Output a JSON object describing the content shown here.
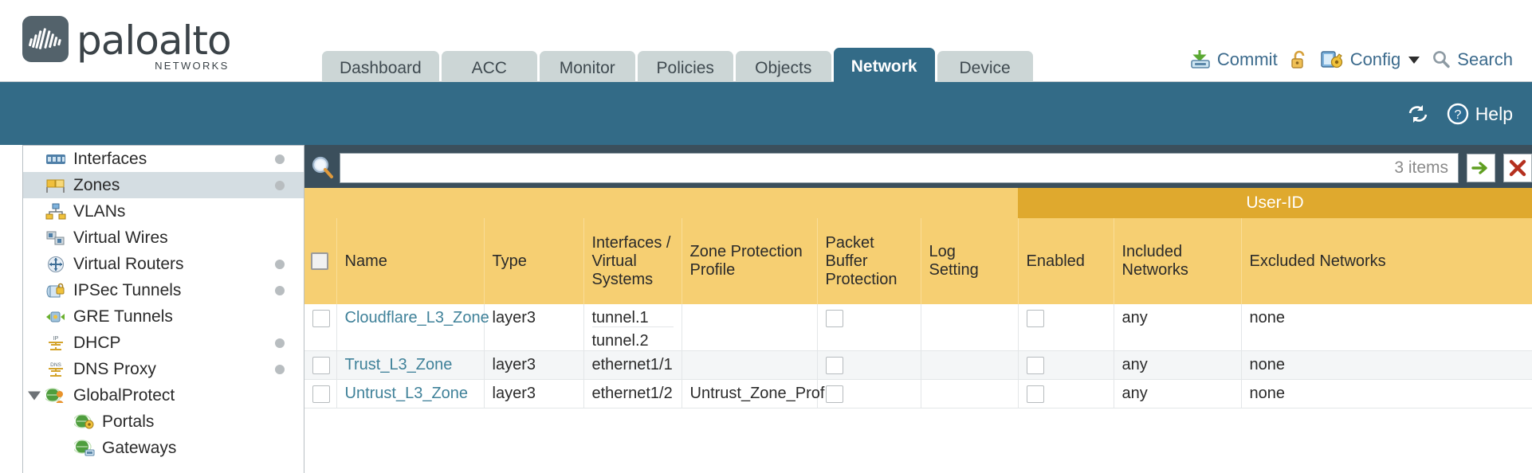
{
  "brand": {
    "name": "paloalto",
    "tagline": "NETWORKS"
  },
  "header": {
    "tabs": [
      {
        "label": "Dashboard",
        "active": false
      },
      {
        "label": "ACC",
        "active": false
      },
      {
        "label": "Monitor",
        "active": false
      },
      {
        "label": "Policies",
        "active": false
      },
      {
        "label": "Objects",
        "active": false
      },
      {
        "label": "Network",
        "active": true
      },
      {
        "label": "Device",
        "active": false
      }
    ],
    "actions": [
      {
        "label": "Commit",
        "icon": "commit-save-icon"
      },
      {
        "label": "",
        "icon": "unlock-icon"
      },
      {
        "label": "Config",
        "icon": "config-key-icon",
        "has_caret": true
      },
      {
        "label": "Search",
        "icon": "search-magnifier-icon"
      }
    ],
    "band": [
      {
        "label": "",
        "icon": "refresh-icon"
      },
      {
        "label": "Help",
        "icon": "help-question-icon"
      }
    ]
  },
  "sidebar": {
    "items": [
      {
        "label": "Interfaces",
        "icon": "interfaces-icon",
        "dot": true,
        "selected": false,
        "child": false,
        "expander": false
      },
      {
        "label": "Zones",
        "icon": "zones-icon",
        "dot": true,
        "selected": true,
        "child": false,
        "expander": false
      },
      {
        "label": "VLANs",
        "icon": "vlans-icon",
        "dot": false,
        "selected": false,
        "child": false,
        "expander": false
      },
      {
        "label": "Virtual Wires",
        "icon": "virtual-wires-icon",
        "dot": false,
        "selected": false,
        "child": false,
        "expander": false
      },
      {
        "label": "Virtual Routers",
        "icon": "virtual-routers-icon",
        "dot": true,
        "selected": false,
        "child": false,
        "expander": false
      },
      {
        "label": "IPSec Tunnels",
        "icon": "ipsec-tunnels-icon",
        "dot": true,
        "selected": false,
        "child": false,
        "expander": false
      },
      {
        "label": "GRE Tunnels",
        "icon": "gre-tunnels-icon",
        "dot": false,
        "selected": false,
        "child": false,
        "expander": false
      },
      {
        "label": "DHCP",
        "icon": "dhcp-icon",
        "dot": true,
        "selected": false,
        "child": false,
        "expander": false
      },
      {
        "label": "DNS Proxy",
        "icon": "dns-proxy-icon",
        "dot": true,
        "selected": false,
        "child": false,
        "expander": false
      },
      {
        "label": "GlobalProtect",
        "icon": "globalprotect-icon",
        "dot": false,
        "selected": false,
        "child": false,
        "expander": true
      },
      {
        "label": "Portals",
        "icon": "portals-icon",
        "dot": false,
        "selected": false,
        "child": true,
        "expander": false
      },
      {
        "label": "Gateways",
        "icon": "gateways-icon",
        "dot": false,
        "selected": false,
        "child": true,
        "expander": false
      }
    ]
  },
  "search": {
    "value": "",
    "placeholder": "",
    "items_count": "3 items",
    "apply_icon": "green-arrow-icon",
    "clear_icon": "red-x-icon"
  },
  "table": {
    "group_header": "User-ID",
    "columns": [
      "Name",
      "Type",
      "Interfaces / Virtual Systems",
      "Zone Protection Profile",
      "Packet Buffer Protection",
      "Log Setting",
      "Enabled",
      "Included Networks",
      "Excluded Networks"
    ],
    "rows": [
      {
        "name": "Cloudflare_L3_Zone",
        "type": "layer3",
        "interfaces": [
          "tunnel.1",
          "tunnel.2"
        ],
        "zone_protection_profile": "",
        "packet_buffer_protection": false,
        "log_setting": "",
        "userid_enabled": false,
        "included_networks": "any",
        "excluded_networks": "none"
      },
      {
        "name": "Trust_L3_Zone",
        "type": "layer3",
        "interfaces": [
          "ethernet1/1"
        ],
        "zone_protection_profile": "",
        "packet_buffer_protection": false,
        "log_setting": "",
        "userid_enabled": false,
        "included_networks": "any",
        "excluded_networks": "none"
      },
      {
        "name": "Untrust_L3_Zone",
        "type": "layer3",
        "interfaces": [
          "ethernet1/2"
        ],
        "zone_protection_profile": "Untrust_Zone_Prof",
        "packet_buffer_protection": false,
        "log_setting": "",
        "userid_enabled": false,
        "included_networks": "any",
        "excluded_networks": "none"
      }
    ]
  },
  "colors": {
    "brand_blue": "#336b87",
    "header_amber": "#f6cf72",
    "group_amber": "#dfa92e",
    "link_teal": "#3f8199",
    "panel_dark": "#3b4f5c"
  }
}
